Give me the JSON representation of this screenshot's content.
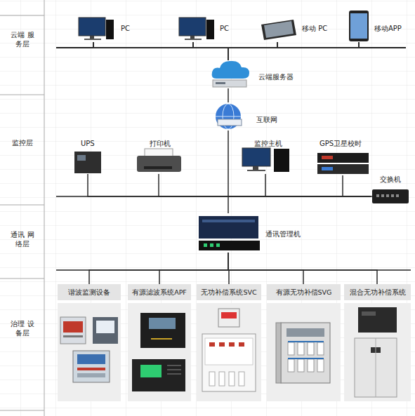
{
  "diagram": {
    "nodes": [
      {
        "text": [
          "云端 服务层"
        ]
      },
      {
        "text": [
          "PC"
        ]
      },
      {
        "text": [
          "PC"
        ]
      },
      {
        "text": [
          "移动 PC"
        ]
      },
      {
        "text": [
          "移动APP"
        ]
      },
      {
        "text": [
          "云端服务器"
        ]
      },
      {
        "text": [
          "互联网"
        ]
      },
      {
        "text": [
          "监控层"
        ]
      },
      {
        "text": [
          "UPS"
        ]
      },
      {
        "text": [
          "打印机"
        ]
      },
      {
        "text": [
          "监控主机"
        ]
      },
      {
        "text": [
          "GPS卫星校时"
        ]
      },
      {
        "text": [
          "交换机"
        ]
      },
      {
        "text": [
          "通讯 网络层"
        ]
      },
      {
        "text": [
          "通讯管理机"
        ]
      },
      {
        "text": [
          "治理 设备层"
        ]
      },
      {
        "text": [
          "谐波监测设备"
        ]
      },
      {
        "text": [
          "有源滤波系统APF"
        ]
      },
      {
        "text": [
          "无功补偿系统SVC"
        ]
      },
      {
        "text": [
          "有源无功补偿SVG"
        ]
      },
      {
        "text": [
          "混合无功补偿系统"
        ]
      }
    ],
    "edges": [
      {
        "from": 1,
        "to": 5,
        "arrow": "none"
      },
      {
        "from": 2,
        "to": 5,
        "arrow": "none"
      },
      {
        "from": 3,
        "to": 5,
        "arrow": "none"
      },
      {
        "from": 4,
        "to": 5,
        "arrow": "none"
      },
      {
        "from": 5,
        "to": 6,
        "arrow": "none"
      },
      {
        "from": 6,
        "to": 12,
        "arrow": "none"
      },
      {
        "from": 8,
        "to": 12,
        "arrow": "none"
      },
      {
        "from": 9,
        "to": 12,
        "arrow": "none"
      },
      {
        "from": 10,
        "to": 12,
        "arrow": "none"
      },
      {
        "from": 11,
        "to": 12,
        "arrow": "none"
      },
      {
        "from": 12,
        "to": 14,
        "arrow": "none"
      },
      {
        "from": 14,
        "to": 16,
        "arrow": "none"
      },
      {
        "from": 14,
        "to": 17,
        "arrow": "none"
      },
      {
        "from": 14,
        "to": 18,
        "arrow": "none"
      },
      {
        "from": 14,
        "to": 19,
        "arrow": "none"
      },
      {
        "from": 14,
        "to": 20,
        "arrow": "none"
      }
    ]
  }
}
